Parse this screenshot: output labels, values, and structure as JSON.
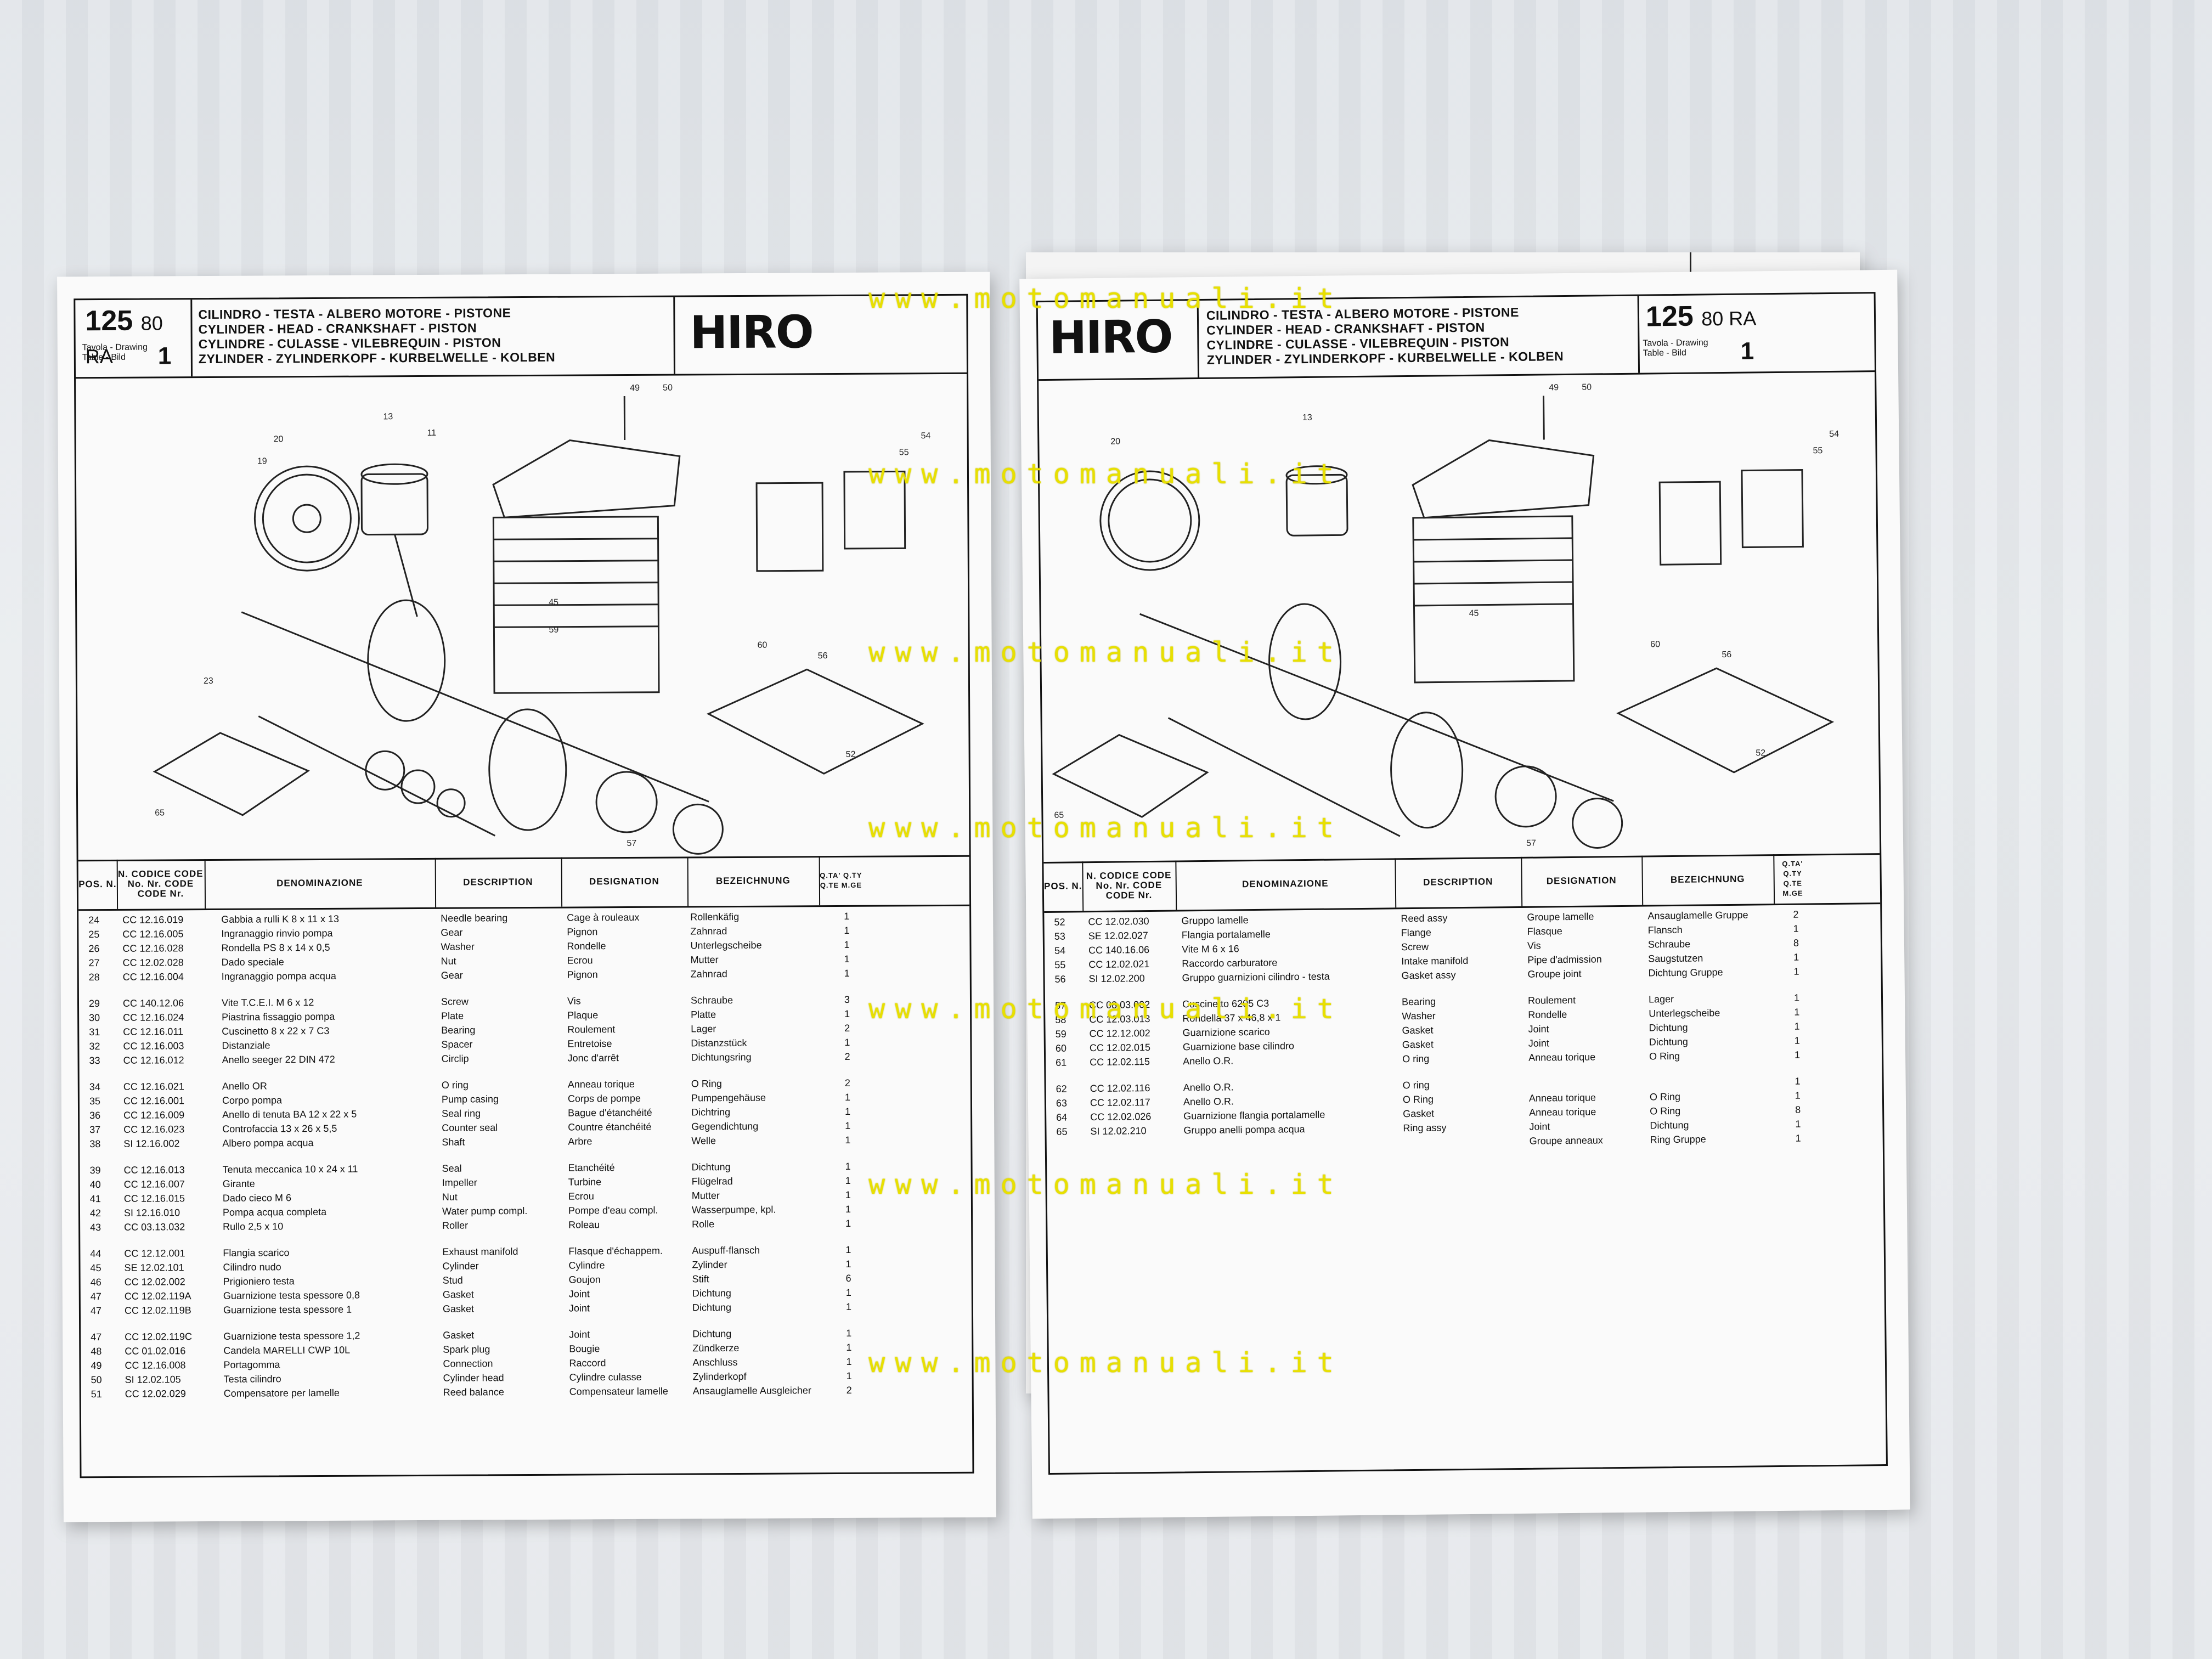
{
  "watermark": "www.motomanuali.it",
  "sheet": {
    "model": "125",
    "model_suffix": "80 RA",
    "tavola_label_1": "Tavola - Drawing",
    "tavola_label_2": "Table - Bild",
    "tavola_number": "1",
    "title_lines": [
      "CILINDRO - TESTA - ALBERO MOTORE - PISTONE",
      "CYLINDER - HEAD - CRANKSHAFT - PISTON",
      "CYLINDRE - CULASSE - VILEBREQUIN - PISTON",
      "ZYLINDER - ZYLINDERKOPF - KURBELWELLE - KOLBEN"
    ],
    "logo": "HIRO",
    "columns": {
      "pos": "POS. N.",
      "code": "N. CODICE CODE No. Nr. CODE CODE Nr.",
      "denominazione": "DENOMINAZIONE",
      "description": "DESCRIPTION",
      "designation": "DESIGNATION",
      "bezeichnung": "BEZEICHNUNG",
      "qty": "Q.TA' Q.TY Q.TE M.GE"
    }
  },
  "left_rows": [
    [
      "24",
      "CC 12.16.019",
      "Gabbia a rulli K 8 x 11 x 13",
      "Needle bearing",
      "Cage à rouleaux",
      "Rollenkäfig",
      "1"
    ],
    [
      "25",
      "CC 12.16.005",
      "Ingranaggio rinvio pompa",
      "Gear",
      "Pignon",
      "Zahnrad",
      "1"
    ],
    [
      "26",
      "CC 12.16.028",
      "Rondella PS 8 x 14 x 0,5",
      "Washer",
      "Rondelle",
      "Unterlegscheibe",
      "1"
    ],
    [
      "27",
      "CC 12.02.028",
      "Dado speciale",
      "Nut",
      "Ecrou",
      "Mutter",
      "1"
    ],
    [
      "28",
      "CC 12.16.004",
      "Ingranaggio pompa acqua",
      "Gear",
      "Pignon",
      "Zahnrad",
      "1"
    ],
    [
      "29",
      "CC 140.12.06",
      "Vite T.C.E.I. M 6 x 12",
      "Screw",
      "Vis",
      "Schraube",
      "3"
    ],
    [
      "30",
      "CC 12.16.024",
      "Piastrina fissaggio pompa",
      "Plate",
      "Plaque",
      "Platte",
      "1"
    ],
    [
      "31",
      "CC 12.16.011",
      "Cuscinetto 8 x 22 x 7 C3",
      "Bearing",
      "Roulement",
      "Lager",
      "2"
    ],
    [
      "32",
      "CC 12.16.003",
      "Distanziale",
      "Spacer",
      "Entretoise",
      "Distanzstück",
      "1"
    ],
    [
      "33",
      "CC 12.16.012",
      "Anello seeger 22 DIN 472",
      "Circlip",
      "Jonc d'arrêt",
      "Dichtungsring",
      "2"
    ],
    [
      "34",
      "CC 12.16.021",
      "Anello OR",
      "O ring",
      "Anneau torique",
      "O Ring",
      "2"
    ],
    [
      "35",
      "CC 12.16.001",
      "Corpo pompa",
      "Pump casing",
      "Corps de pompe",
      "Pumpengehäuse",
      "1"
    ],
    [
      "36",
      "CC 12.16.009",
      "Anello di tenuta BA 12 x 22 x 5",
      "Seal ring",
      "Bague d'étanchéité",
      "Dichtring",
      "1"
    ],
    [
      "37",
      "CC 12.16.023",
      "Controfaccia 13 x 26 x 5,5",
      "Counter seal",
      "Countre étanchéité",
      "Gegendichtung",
      "1"
    ],
    [
      "38",
      "SI 12.16.002",
      "Albero pompa acqua",
      "Shaft",
      "Arbre",
      "Welle",
      "1"
    ],
    [
      "39",
      "CC 12.16.013",
      "Tenuta meccanica 10 x 24 x 11",
      "Seal",
      "Etanchéité",
      "Dichtung",
      "1"
    ],
    [
      "40",
      "CC 12.16.007",
      "Girante",
      "Impeller",
      "Turbine",
      "Flügelrad",
      "1"
    ],
    [
      "41",
      "CC 12.16.015",
      "Dado cieco M 6",
      "Nut",
      "Ecrou",
      "Mutter",
      "1"
    ],
    [
      "42",
      "SI 12.16.010",
      "Pompa acqua completa",
      "Water pump compl.",
      "Pompe d'eau compl.",
      "Wasserpumpe, kpl.",
      "1"
    ],
    [
      "43",
      "CC 03.13.032",
      "Rullo 2,5 x 10",
      "Roller",
      "Roleau",
      "Rolle",
      "1"
    ],
    [
      "44",
      "CC 12.12.001",
      "Flangia scarico",
      "Exhaust manifold",
      "Flasque d'échappem.",
      "Auspuff-flansch",
      "1"
    ],
    [
      "45",
      "SE 12.02.101",
      "Cilindro nudo",
      "Cylinder",
      "Cylindre",
      "Zylinder",
      "1"
    ],
    [
      "46",
      "CC 12.02.002",
      "Prigioniero testa",
      "Stud",
      "Goujon",
      "Stift",
      "6"
    ],
    [
      "47",
      "CC 12.02.119A",
      "Guarnizione testa spessore 0,8",
      "Gasket",
      "Joint",
      "Dichtung",
      "1"
    ],
    [
      "47",
      "CC 12.02.119B",
      "Guarnizione testa spessore 1",
      "Gasket",
      "Joint",
      "Dichtung",
      "1"
    ],
    [
      "47",
      "CC 12.02.119C",
      "Guarnizione testa spessore 1,2",
      "Gasket",
      "Joint",
      "Dichtung",
      "1"
    ],
    [
      "48",
      "CC 01.02.016",
      "Candela MARELLI CWP 10L",
      "Spark plug",
      "Bougie",
      "Zündkerze",
      "1"
    ],
    [
      "49",
      "CC 12.16.008",
      "Portagomma",
      "Connection",
      "Raccord",
      "Anschluss",
      "1"
    ],
    [
      "50",
      "SI 12.02.105",
      "Testa cilindro",
      "Cylinder head",
      "Cylindre culasse",
      "Zylinderkopf",
      "1"
    ],
    [
      "51",
      "CC 12.02.029",
      "Compensatore per lamelle",
      "Reed balance",
      "Compensateur lamelle",
      "Ansauglamelle Ausgleicher",
      "2"
    ]
  ],
  "right_rows": [
    [
      "52",
      "CC 12.02.030",
      "Gruppo lamelle",
      "Reed assy",
      "Groupe lamelle",
      "Ansauglamelle Gruppe",
      "2"
    ],
    [
      "53",
      "SE 12.02.027",
      "Flangia portalamelle",
      "Flange",
      "Flasque",
      "Flansch",
      "1"
    ],
    [
      "54",
      "CC 140.16.06",
      "Vite M 6 x 16",
      "Screw",
      "Vis",
      "Schraube",
      "8"
    ],
    [
      "55",
      "CC 12.02.021",
      "Raccordo carburatore",
      "Intake manifold",
      "Pipe d'admission",
      "Saugstutzen",
      "1"
    ],
    [
      "56",
      "SI 12.02.200",
      "Gruppo guarnizioni cilindro - testa",
      "Gasket assy",
      "Groupe joint",
      "Dichtung Gruppe",
      "1"
    ],
    [
      "57",
      "CC 08.03.002",
      "Cuscinetto 6205 C3",
      "Bearing",
      "Roulement",
      "Lager",
      "1"
    ],
    [
      "58",
      "CC 12.03.013",
      "Rondella 37 x 46,8 x 1",
      "Washer",
      "Rondelle",
      "Unterlegscheibe",
      "1"
    ],
    [
      "59",
      "CC 12.12.002",
      "Guarnizione scarico",
      "Gasket",
      "Joint",
      "Dichtung",
      "1"
    ],
    [
      "60",
      "CC 12.02.015",
      "Guarnizione base cilindro",
      "Gasket",
      "Joint",
      "Dichtung",
      "1"
    ],
    [
      "61",
      "CC 12.02.115",
      "Anello O.R.",
      "O ring",
      "Anneau torique",
      "O Ring",
      "1"
    ],
    [
      "62",
      "CC 12.02.116",
      "Anello O.R.",
      "O ring",
      "",
      "",
      "1"
    ],
    [
      "63",
      "CC 12.02.117",
      "Anello O.R.",
      "O Ring",
      "Anneau torique",
      "O Ring",
      "1"
    ],
    [
      "64",
      "CC 12.02.026",
      "Guarnizione flangia portalamelle",
      "Gasket",
      "Anneau torique",
      "O Ring",
      "8"
    ],
    [
      "65",
      "SI 12.02.210",
      "Gruppo anelli pompa acqua",
      "Ring assy",
      "Joint",
      "Dichtung",
      "1"
    ],
    [
      "",
      "",
      "",
      "",
      "Groupe anneaux",
      "Ring Gruppe",
      "1"
    ]
  ]
}
